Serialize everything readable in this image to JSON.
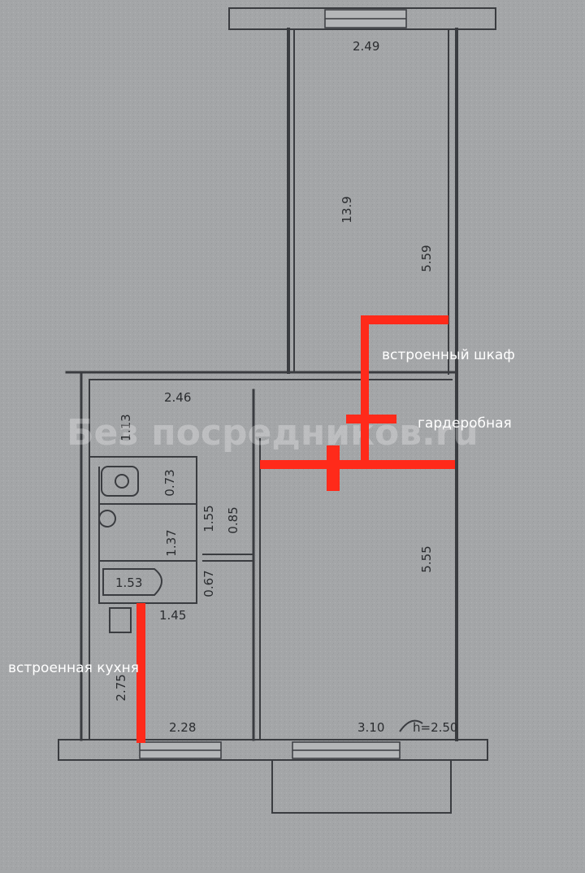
{
  "plan": {
    "dimensions": {
      "top_width": "2.49",
      "room6_length": "5.59",
      "room6_area": "13.9",
      "corridor_width": "2.46",
      "toilet": "0.73",
      "wc_len": "1.55",
      "bath_depth": "1.37",
      "bath_wall": "0.85",
      "bath": "1.53",
      "hall_seg": "0.67",
      "small": "1.45",
      "kitchen_side": "2.75",
      "kitchen_width": "2.28",
      "big_room_length": "5.55",
      "big_room_width": "3.10",
      "height": "h=2.50",
      "hall_left": "1.13"
    },
    "annotations": {
      "built_in_wardrobe": "встроенный шкаф",
      "dressing_room": "гардеробная",
      "built_in_kitchen": "встроенная кухня"
    },
    "watermark": "Без посредников.ru",
    "colors": {
      "background": "#a4a6a8",
      "wall": "#3a3c40",
      "markup": "#ff2a1a",
      "label_text": "#ffffff"
    }
  }
}
